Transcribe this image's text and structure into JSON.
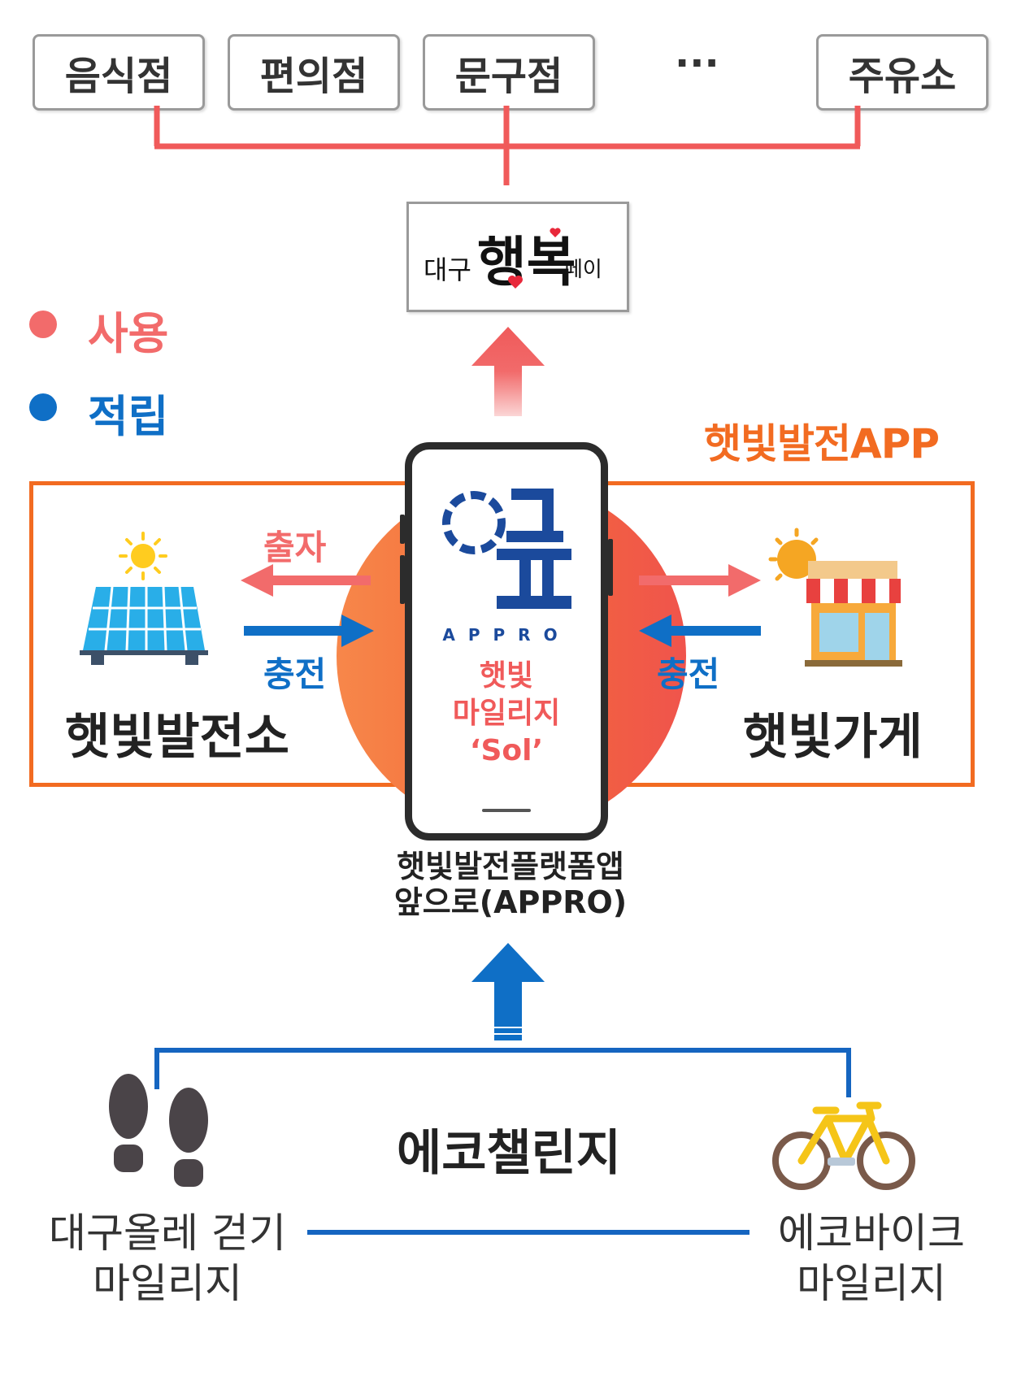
{
  "stores": [
    "음식점",
    "편의점",
    "문구점",
    "주유소"
  ],
  "stores_ellipsis": "···",
  "legend": {
    "use_label": "사용",
    "earn_label": "적립",
    "use_color": "#f26b6b",
    "earn_color": "#0f6fc6"
  },
  "pay_logo": {
    "prefix": "대구",
    "main": "행복",
    "suffix": "페이"
  },
  "app_title": "햇빛발전APP",
  "station_label": "햇빛발전소",
  "shop_label": "햇빛가게",
  "flows": {
    "invest": "출자",
    "charge_left": "충전",
    "charge_right": "충전"
  },
  "phone": {
    "brand": "APPRO",
    "mileage_line1": "햇빛",
    "mileage_line2": "마일리지",
    "mileage_line3": "‘Sol’"
  },
  "platform_caption": {
    "line1": "햇빛발전플랫폼앱",
    "line2": "앞으로(APPRO)"
  },
  "eco_challenge": "에코챌린지",
  "walk_label": {
    "line1": "대구올레 걷기",
    "line2": "마일리지"
  },
  "bike_label": {
    "line1": "에코바이크",
    "line2": "마일리지"
  },
  "colors": {
    "red_line": "#f05a5a",
    "blue_line": "#1565c0",
    "orange_frame": "#f26b21"
  }
}
